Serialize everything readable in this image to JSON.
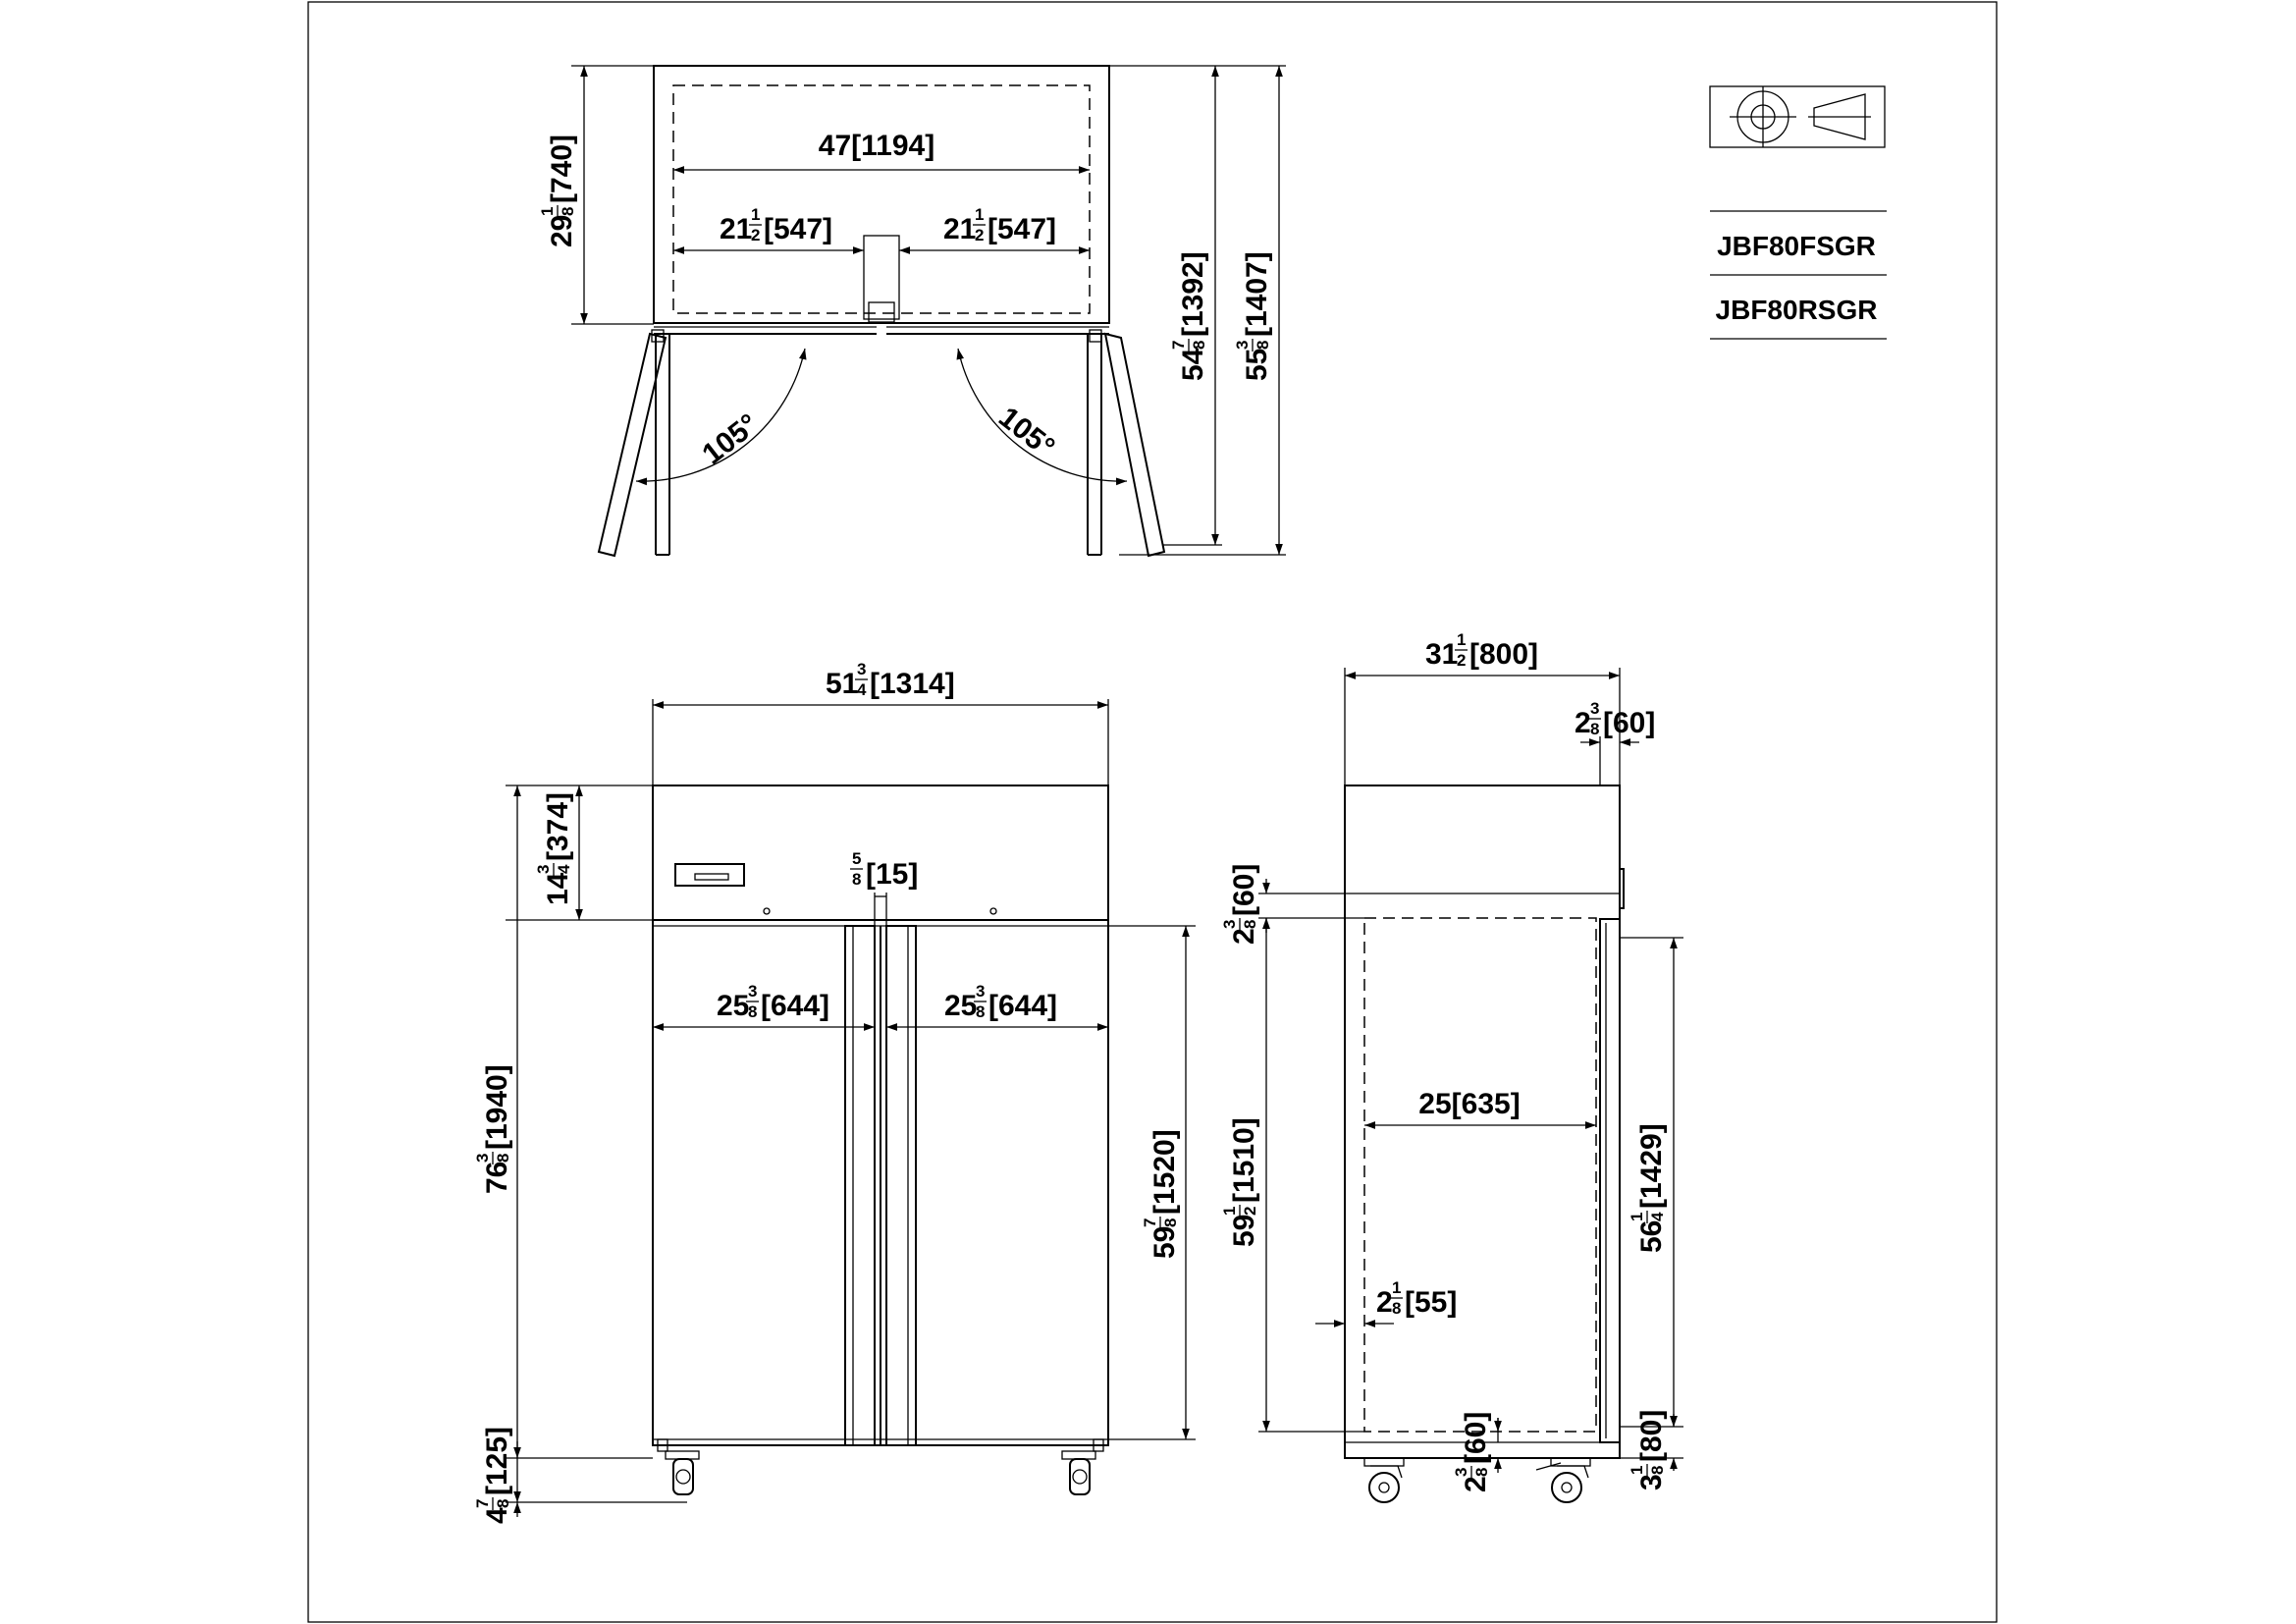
{
  "title_block": {
    "models": [
      "JBF80FSGR",
      "JBF80RSGR"
    ],
    "projection_symbol": "third-angle-projection-icon"
  },
  "top_view": {
    "interior_width": {
      "whole": "47",
      "metric": "[1194]"
    },
    "left_half": {
      "whole": "21",
      "num": "1",
      "den": "2",
      "metric": "[547]"
    },
    "right_half": {
      "whole": "21",
      "num": "1",
      "den": "2",
      "metric": "[547]"
    },
    "depth": {
      "whole": "29",
      "num": "1",
      "den": "8",
      "metric": "[740]"
    },
    "depth_door_open_inner": {
      "whole": "54",
      "num": "7",
      "den": "8",
      "metric": "[1392]"
    },
    "depth_door_open_outer": {
      "whole": "55",
      "num": "3",
      "den": "8",
      "metric": "[1407]"
    },
    "left_angle": "105°",
    "right_angle": "105°"
  },
  "front_view": {
    "overall_width": {
      "whole": "51",
      "num": "3",
      "den": "4",
      "metric": "[1314]"
    },
    "header_height": {
      "whole": "14",
      "num": "3",
      "den": "4",
      "metric": "[374]"
    },
    "door_gap": {
      "whole": "",
      "num": "5",
      "den": "8",
      "metric": "[15]"
    },
    "left_door_width": {
      "whole": "25",
      "num": "3",
      "den": "8",
      "metric": "[644]"
    },
    "right_door_width": {
      "whole": "25",
      "num": "3",
      "den": "8",
      "metric": "[644]"
    },
    "overall_height": {
      "whole": "76",
      "num": "3",
      "den": "8",
      "metric": "[1940]"
    },
    "door_height": {
      "whole": "59",
      "num": "7",
      "den": "8",
      "metric": "[1520]"
    },
    "caster_height": {
      "whole": "4",
      "num": "7",
      "den": "8",
      "metric": "[125]"
    }
  },
  "side_view": {
    "overall_depth": {
      "whole": "31",
      "num": "1",
      "den": "2",
      "metric": "[800]"
    },
    "back_offset": {
      "whole": "2",
      "num": "3",
      "den": "8",
      "metric": "[60]"
    },
    "top_offset": {
      "whole": "2",
      "num": "3",
      "den": "8",
      "metric": "[60]"
    },
    "interior_depth": {
      "whole": "25",
      "num": "",
      "den": "",
      "metric": "[635]"
    },
    "interior_height": {
      "whole": "59",
      "num": "1",
      "den": "2",
      "metric": "[1510]"
    },
    "wall_thickness": {
      "whole": "2",
      "num": "1",
      "den": "8",
      "metric": "[55]"
    },
    "bottom_offset": {
      "whole": "2",
      "num": "3",
      "den": "8",
      "metric": "[60]"
    },
    "gasket_height": {
      "whole": "56",
      "num": "1",
      "den": "4",
      "metric": "[1429]"
    },
    "door_bottom": {
      "whole": "3",
      "num": "1",
      "den": "8",
      "metric": "[80]"
    }
  }
}
